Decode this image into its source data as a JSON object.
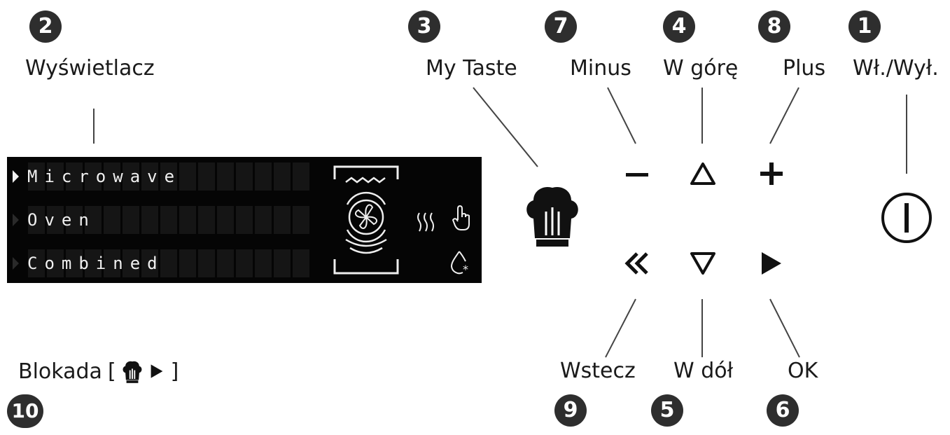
{
  "display": {
    "name_label": "Wyświetlacz",
    "badge": "2",
    "menu": [
      {
        "label": "Microwave",
        "active": true
      },
      {
        "label": "Oven",
        "active": false
      },
      {
        "label": "Combined",
        "active": false
      }
    ],
    "status_icons": [
      "microwave-fan-icon",
      "heating-waves-icon",
      "touch-hand-icon",
      "steam-drop-icon"
    ]
  },
  "controls": {
    "my_taste": {
      "badge": "3",
      "label": "My Taste",
      "icon": "chef-hat-icon"
    },
    "minus": {
      "badge": "7",
      "label": "Minus",
      "icon": "minus-icon"
    },
    "up": {
      "badge": "4",
      "label": "W górę",
      "icon": "triangle-up-icon"
    },
    "plus": {
      "badge": "8",
      "label": "Plus",
      "icon": "plus-icon"
    },
    "power": {
      "badge": "1",
      "label": "Wł./Wył.",
      "icon": "power-icon"
    },
    "back": {
      "badge": "9",
      "label": "Wstecz",
      "icon": "double-chevron-left-icon"
    },
    "down": {
      "badge": "5",
      "label": "W dół",
      "icon": "triangle-down-icon"
    },
    "ok": {
      "badge": "6",
      "label": "OK",
      "icon": "play-icon"
    }
  },
  "lock": {
    "badge": "10",
    "label": "Blokada",
    "bracket_open": "[",
    "bracket_close": "]",
    "icons": [
      "chef-hat-icon",
      "play-icon"
    ]
  }
}
